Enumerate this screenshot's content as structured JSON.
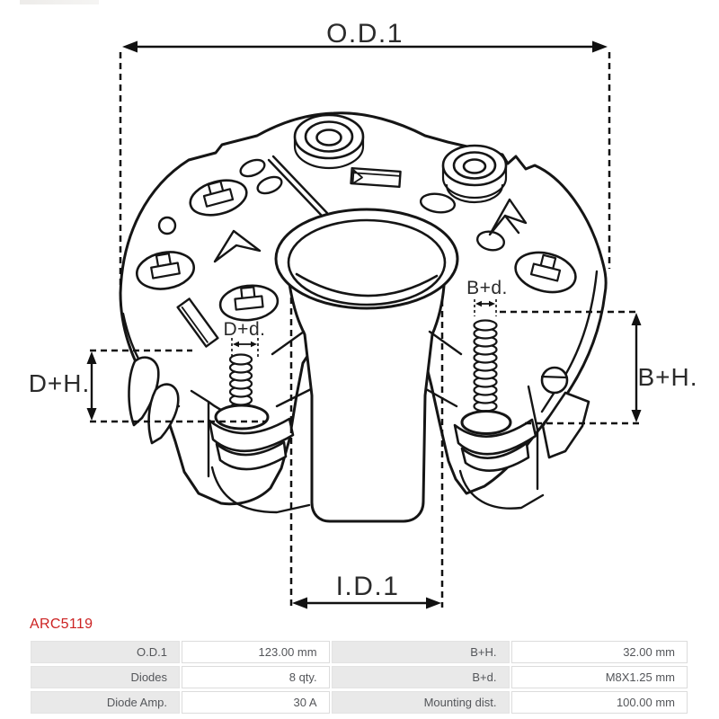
{
  "part_number": "ARC5119",
  "colors": {
    "accent_red": "#cc2222",
    "line": "#151515",
    "table_label_bg": "#e9e9e9",
    "table_border": "#dcdcdc"
  },
  "diagram": {
    "labels": {
      "od1": "O.D.1",
      "id1": "I.D.1",
      "dh": "D+H.",
      "bh": "B+H.",
      "bd": "B+d.",
      "dd": "D+d."
    }
  },
  "spec_table": {
    "rows": [
      {
        "left_label": "O.D.1",
        "left_value": "123.00 mm",
        "right_label": "B+H.",
        "right_value": "32.00 mm"
      },
      {
        "left_label": "Diodes",
        "left_value": "8 qty.",
        "right_label": "B+d.",
        "right_value": "M8X1.25 mm"
      },
      {
        "left_label": "Diode Amp.",
        "left_value": "30 A",
        "right_label": "Mounting dist.",
        "right_value": "100.00 mm"
      }
    ]
  }
}
